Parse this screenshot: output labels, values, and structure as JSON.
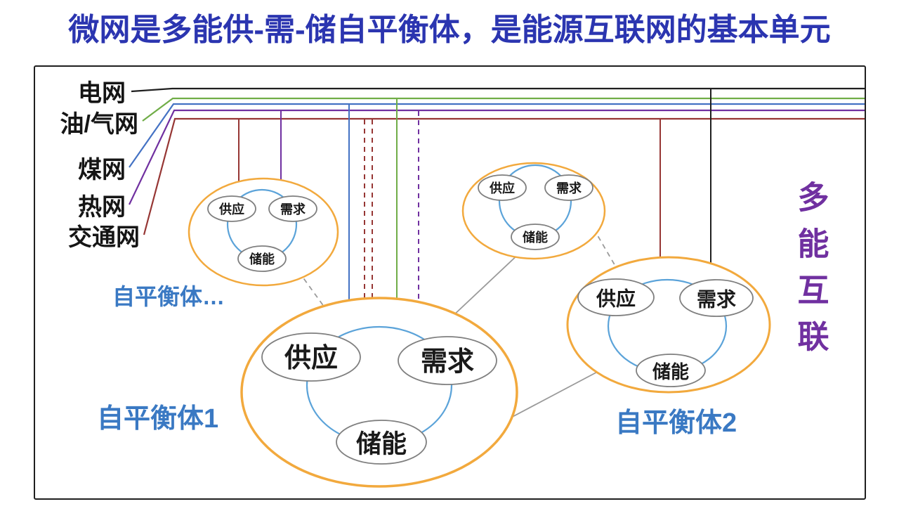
{
  "title": "微网是多能供-需-储自平衡体，是能源互联网的基本单元",
  "networks": [
    {
      "label": "电网",
      "color": "#1f1f1f"
    },
    {
      "label": "油/气网",
      "color": "#70ad47"
    },
    {
      "label": "煤网",
      "color": "#4472c4"
    },
    {
      "label": "热网",
      "color": "#7030a0"
    },
    {
      "label": "交通网",
      "color": "#963634"
    }
  ],
  "clusters": {
    "balancer_more": {
      "label": "自平衡体…",
      "nodes": {
        "supply": "供应",
        "demand": "需求",
        "storage": "储能"
      }
    },
    "balancer_top": {
      "nodes": {
        "supply": "供应",
        "demand": "需求",
        "storage": "储能"
      }
    },
    "balancer_1": {
      "label": "自平衡体1",
      "nodes": {
        "supply": "供应",
        "demand": "需求",
        "storage": "储能"
      }
    },
    "balancer_2": {
      "label": "自平衡体2",
      "nodes": {
        "supply": "供应",
        "demand": "需求",
        "storage": "储能"
      }
    }
  },
  "side_label": {
    "text": "多能互联",
    "chars": [
      "多",
      "能",
      "互",
      "联"
    ],
    "color": "#7030a0"
  },
  "colors": {
    "title": "#2b35b0",
    "cluster_outline": "#f2a93d",
    "node_ring": "#5ba3d9",
    "balancer_label": "#3a79c3",
    "connector": "#9a9a9a",
    "frame_border": "#1f1f1f",
    "network_label": "#151515"
  }
}
